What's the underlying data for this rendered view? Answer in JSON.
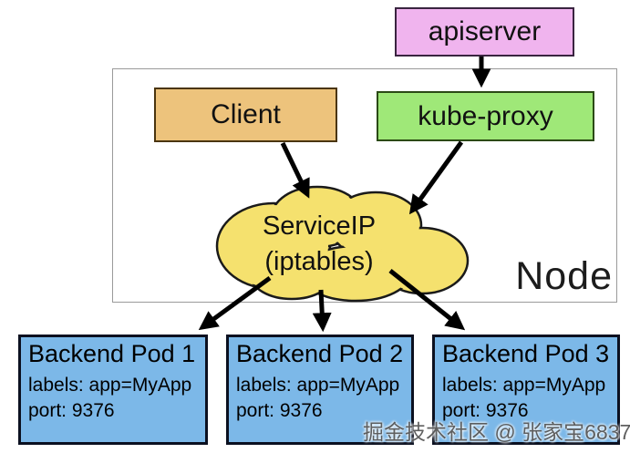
{
  "diagram": {
    "apiserver": {
      "label": "apiserver"
    },
    "node": {
      "label": "Node"
    },
    "client": {
      "label": "Client"
    },
    "kube_proxy": {
      "label": "kube-proxy"
    },
    "service": {
      "line1": "ServiceIP",
      "line2": "(iptables)"
    },
    "pods": [
      {
        "title": "Backend Pod 1",
        "labels": "labels: app=MyApp",
        "port": "port: 9376"
      },
      {
        "title": "Backend Pod 2",
        "labels": "labels: app=MyApp",
        "port": "port: 9376"
      },
      {
        "title": "Backend Pod 3",
        "labels": "labels: app=MyApp",
        "port": "port: 9376"
      }
    ],
    "watermark": "掘金技术社区 @ 张家宝6837",
    "colors": {
      "apiserver_fill": "#f0b4ee",
      "client_fill": "#edc37c",
      "kube_proxy_fill": "#9fe878",
      "cloud_fill": "#f5e16e",
      "pod_fill": "#7cb8e8",
      "node_border": "#9a9a9a",
      "arrow": "#000000",
      "text": "#0d1530"
    }
  }
}
